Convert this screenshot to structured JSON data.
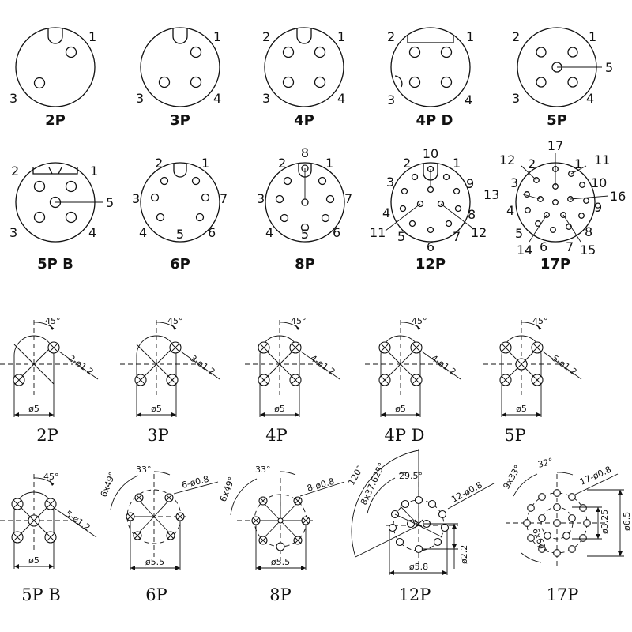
{
  "faces": [
    {
      "title": "2P",
      "pins": [
        "1",
        "3"
      ]
    },
    {
      "title": "3P",
      "pins": [
        "1",
        "3",
        "4"
      ]
    },
    {
      "title": "4P",
      "pins": [
        "1",
        "2",
        "3",
        "4"
      ]
    },
    {
      "title": "4P  D",
      "pins": [
        "1",
        "2",
        "3",
        "4"
      ]
    },
    {
      "title": "5P",
      "pins": [
        "1",
        "2",
        "3",
        "4",
        "5"
      ]
    },
    {
      "title": "5P  B",
      "pins": [
        "1",
        "2",
        "3",
        "4",
        "5"
      ]
    },
    {
      "title": "6P",
      "pins": [
        "1",
        "2",
        "3",
        "4",
        "5",
        "6",
        "7"
      ]
    },
    {
      "title": "8P",
      "pins": [
        "1",
        "2",
        "3",
        "4",
        "5",
        "6",
        "7",
        "8"
      ]
    },
    {
      "title": "12P",
      "pins": [
        "1",
        "2",
        "3",
        "4",
        "5",
        "6",
        "7",
        "8",
        "9",
        "10",
        "11",
        "12"
      ]
    },
    {
      "title": "17P",
      "pins": [
        "1",
        "2",
        "3",
        "4",
        "5",
        "6",
        "7",
        "8",
        "9",
        "10",
        "11",
        "12",
        "13",
        "14",
        "15",
        "16",
        "17"
      ]
    }
  ],
  "drawings": [
    {
      "title": "2P",
      "angle": "45°",
      "holes": "2-ø1.2",
      "dia": "ø5"
    },
    {
      "title": "3P",
      "angle": "45°",
      "holes": "3-ø1.2",
      "dia": "ø5"
    },
    {
      "title": "4P",
      "angle": "45°",
      "holes": "4-ø1.2",
      "dia": "ø5"
    },
    {
      "title": "4P  D",
      "angle": "45°",
      "holes": "4-ø1.2",
      "dia": "ø5"
    },
    {
      "title": "5P",
      "angle": "45°",
      "holes": "5-ø1.2",
      "dia": "ø5"
    },
    {
      "title": "5P  B",
      "angle": "45°",
      "holes": "5-ø1.2",
      "dia": "ø5"
    },
    {
      "title": "6P",
      "angle": "33°",
      "angle2": "6x49°",
      "holes": "6-ø0.8",
      "dia": "ø5.5"
    },
    {
      "title": "8P",
      "angle": "33°",
      "angle2": "6x49°",
      "holes": "8-ø0.8",
      "dia": "ø5.5"
    },
    {
      "title": "12P",
      "angle": "29.5°",
      "angle2": "8x37.625°",
      "angle3": "120°",
      "holes": "12-ø0.8",
      "dia": "ø5.8",
      "inner": "ø2.2"
    },
    {
      "title": "17P",
      "angle": "32°",
      "angle2": "9x33°",
      "angle3": "6x60°",
      "holes": "17-ø0.8",
      "dia": "ø6.5",
      "inner": "ø3.25"
    }
  ]
}
